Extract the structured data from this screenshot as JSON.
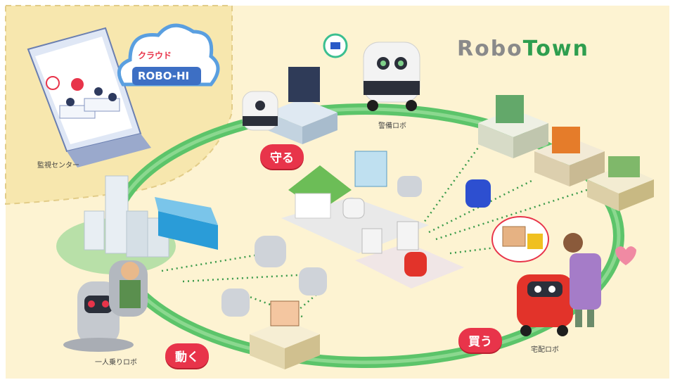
{
  "logo": {
    "part1": "Robo",
    "part2": "Town"
  },
  "cloud": {
    "line1": "クラウド",
    "line2": "ROBO-HI"
  },
  "captions": {
    "monitoring_center": "監視センター",
    "security_robot": "警備ロボ",
    "single_rider_robot": "一人乗りロボ",
    "delivery_robot": "宅配ロボ"
  },
  "labels": {
    "protect": "守る",
    "move": "動く",
    "buy": "買う"
  },
  "colors": {
    "background": "#fdf3d2",
    "ring": "#5cc46a",
    "accent_red": "#e8344a",
    "logo_gray": "#8a8a8a",
    "logo_green": "#2e9e4f"
  }
}
